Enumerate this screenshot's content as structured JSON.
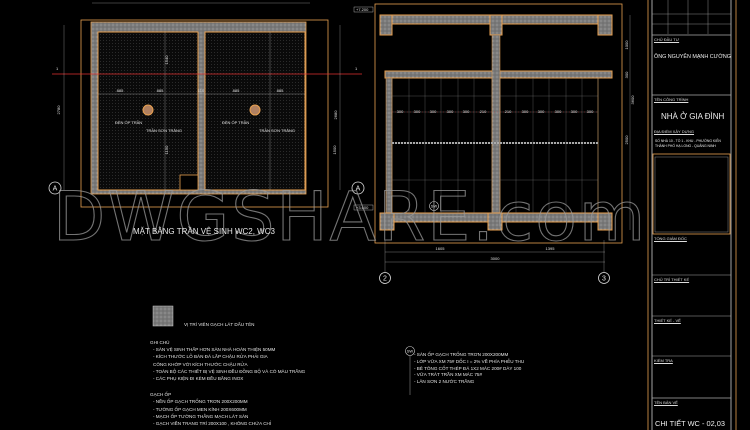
{
  "plan": {
    "title": "MẶT BẰNG TRẦN VỆ SINH WC2, WC3",
    "lamp_label": "ĐÈN ỐP TRẦN",
    "ceiling_label": "TRẦN SƠN TRẮNG",
    "grid_label": "A",
    "section_mark": "1",
    "dims_horizontal": [
      "885",
      "885",
      "110",
      "885",
      "885"
    ],
    "dims_vertical": [
      "2780",
      "2680",
      "1540",
      "1500",
      "1150"
    ]
  },
  "section": {
    "level_top": "+7.200",
    "level_bottom": "+3.600",
    "tile_marker": "SW",
    "tile_dims": [
      "300",
      "300",
      "300",
      "300",
      "300",
      "210",
      "210",
      "300",
      "300",
      "300",
      "300",
      "300"
    ],
    "dims_bottom": [
      "1605",
      "1395"
    ],
    "dim_total": "3000",
    "dims_right": [
      "1000",
      "300",
      "2500",
      "3600"
    ],
    "grid_left": "2",
    "grid_right": "3"
  },
  "watermark": "DWGSHARE.com",
  "legend": {
    "label": "VỊ TRÍ VIÊN GẠCH LÁT DẤU TÊN"
  },
  "notes": {
    "title": "GHI CHÚ",
    "items": [
      "- SÀN VỆ SINH THẤP HƠN SÀN NHÀ HOÀN THIỆN 50MM",
      "- KÍCH THƯỚC LỖ BÀN ĐÁ LẮP CHẬU RỬA PHẢI GIA",
      "  CÔNG KHỚP VỚI KÍCH THƯỚC CHẬU RỬA",
      "- TOÀN BỘ CÁC THIẾT BỊ VỆ SINH ĐỀU ĐỒNG BỘ VÀ CÓ MÀU TRẮNG",
      "- CÁC PHỤ KIỆN ĐI KÈM ĐỀU BẰNG INOX"
    ],
    "tiling_title": "GẠCH ỐP",
    "tiling_items": [
      "- NỀN ỐP GẠCH TRỐNG TRƠN 200X200MM",
      "- TƯỜNG ỐP GẠCH MEN KÍNH 200X600MM",
      "- MẠCH ỐP TƯỜNG THẲNG MẠCH LÁT SÀN",
      "- GẠCH VIỀN TRANG TRÍ 200X100 , KHÔNG CHỨA CHỈ"
    ],
    "floor_items": [
      "- SÀN ỐP GẠCH TRỐNG TRƠN 200X200MM",
      "- LỚP VỮA XM 75# DỐC I = 2% VỀ PHÍA PHỄU THU",
      "- BÊ TÔNG CỐT THÉP ĐÁ 1X2 MÁC 200# DÀY 100",
      "- VỮA TRÁT TRẦN XM MÁC 75#",
      "- LĂN SƠN 2 NƯỚC TRẮNG"
    ]
  },
  "title_block": {
    "owner_label": "CHỦ ĐẦU TƯ",
    "owner": "ÔNG NGUYỄN MẠNH CƯỜNG",
    "project_label": "TÊN CÔNG TRÌNH",
    "project": "NHÀ Ở GIA ĐÌNH",
    "location_label": "ĐỊA ĐIỂM XÂY DỰNG",
    "location_line1": "SỐ NHÀ 10 - TỔ 1 - KHU - PHƯỜNG KIẾN",
    "location_line2": "THÀNH PHỐ HẠ LONG - QUẢNG NINH",
    "director_label": "TỔNG GIÁM ĐỐC",
    "lead_label": "CHỦ TRÌ THIẾT KẾ",
    "designer_label": "THIẾT KẾ - VẼ",
    "checker_label": "KIỂM TRA",
    "sheet_label": "TÊN BẢN VẼ",
    "sheet_name": "CHI TIẾT WC - 02,03"
  },
  "colors": {
    "background": "#000000",
    "wall": "#e8a050",
    "section_line": "#e03030",
    "hatch": "#8a8a8a",
    "watermark": "#9a9a9a"
  }
}
